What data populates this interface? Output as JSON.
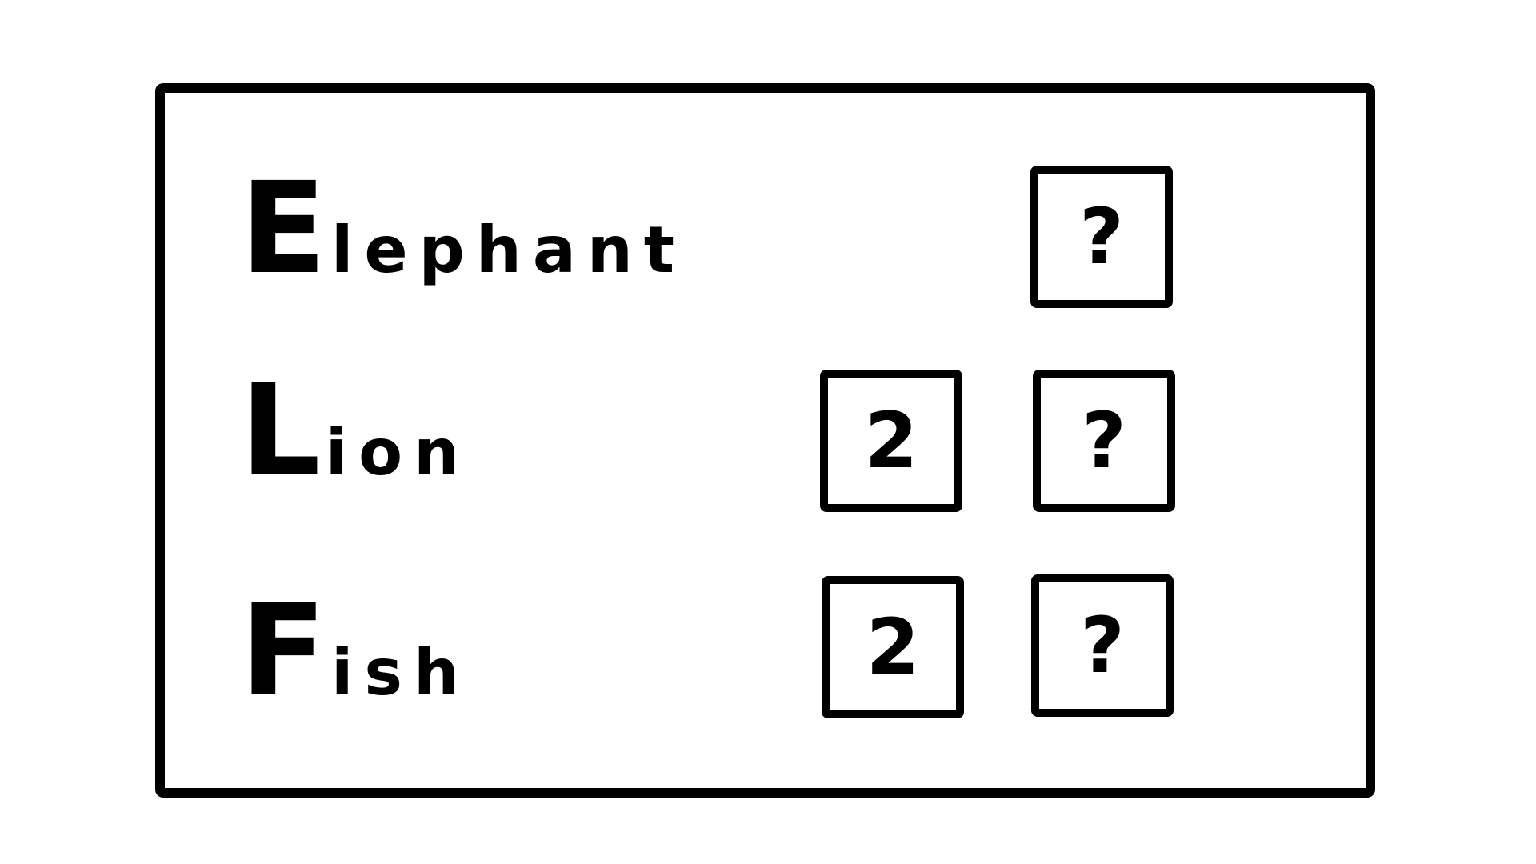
{
  "rows": [
    {
      "word_first": "E",
      "word_rest": "lephant",
      "boxes": [
        "?"
      ]
    },
    {
      "word_first": "L",
      "word_rest": "ion",
      "boxes": [
        "2",
        "?"
      ]
    },
    {
      "word_first": "F",
      "word_rest": "ish",
      "boxes": [
        "2",
        "?"
      ]
    }
  ]
}
